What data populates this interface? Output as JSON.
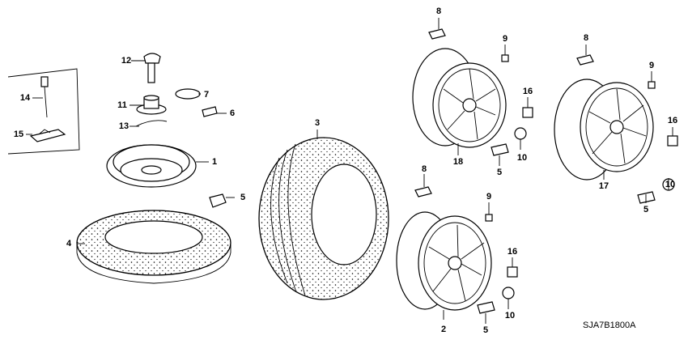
{
  "diagram_code": "SJA7B1800A",
  "callouts": {
    "p1": "1",
    "p2": "2",
    "p3": "3",
    "p4": "4",
    "p5a": "5",
    "p5b": "5",
    "p5c": "5",
    "p5d": "5",
    "p6": "6",
    "p7": "7",
    "p8a": "8",
    "p8b": "8",
    "p8c": "8",
    "p9a": "9",
    "p9b": "9",
    "p9c": "9",
    "p10a": "10",
    "p10b": "10",
    "p10c": "10",
    "p11": "11",
    "p12": "12",
    "p13": "13",
    "p14": "14",
    "p15": "15",
    "p16a": "16",
    "p16b": "16",
    "p16c": "16",
    "p17": "17",
    "p18": "18"
  }
}
